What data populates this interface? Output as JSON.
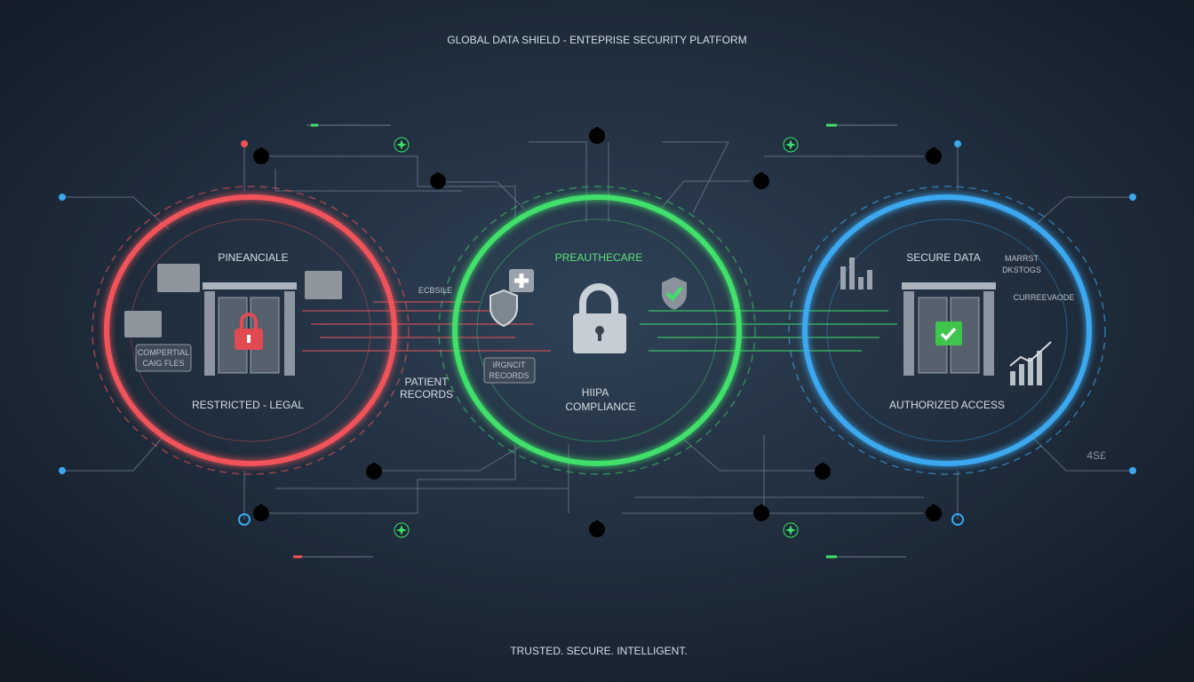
{
  "header": {
    "title": "GLOBAL DATA SHIELD - ENTEPRISE SECURITY PLATFORM"
  },
  "footer": {
    "tagline": "TRUSTED. SECURE. INTELLIGENT."
  },
  "zones": [
    {
      "title": "PINEANCIALE",
      "caption": "RESTRICTED - LEGAL",
      "badge_line1": "COMPERTIAL",
      "badge_line2": "CAIG FLES",
      "color": "#f0525a",
      "icon": "padlock-icon"
    },
    {
      "title": "PREAUTHECARE",
      "caption_line1": "HIIPA",
      "caption_line2": "COMPLIANCE",
      "badge_line1": "IRGNCIT",
      "badge_line2": "RECORDS",
      "color": "#3fe06a",
      "icon": "padlock-icon"
    },
    {
      "title": "SECURE DATA",
      "caption": "AUTHORIZED ACCESS",
      "side_line1": "MARRST",
      "side_line2": "DKSTOGS",
      "side_line3": "CURREEVAODE",
      "color": "#3aa8f0",
      "icon": "checkmark-icon"
    }
  ],
  "between": {
    "top": "ECBSILE",
    "bottom_line1": "PATIENT",
    "bottom_line2": "RECORDS"
  },
  "corner_currency": "4S£",
  "colors": {
    "background": "#16212d",
    "red": "#f0525a",
    "green": "#3fe06a",
    "blue": "#3aa8f0"
  }
}
